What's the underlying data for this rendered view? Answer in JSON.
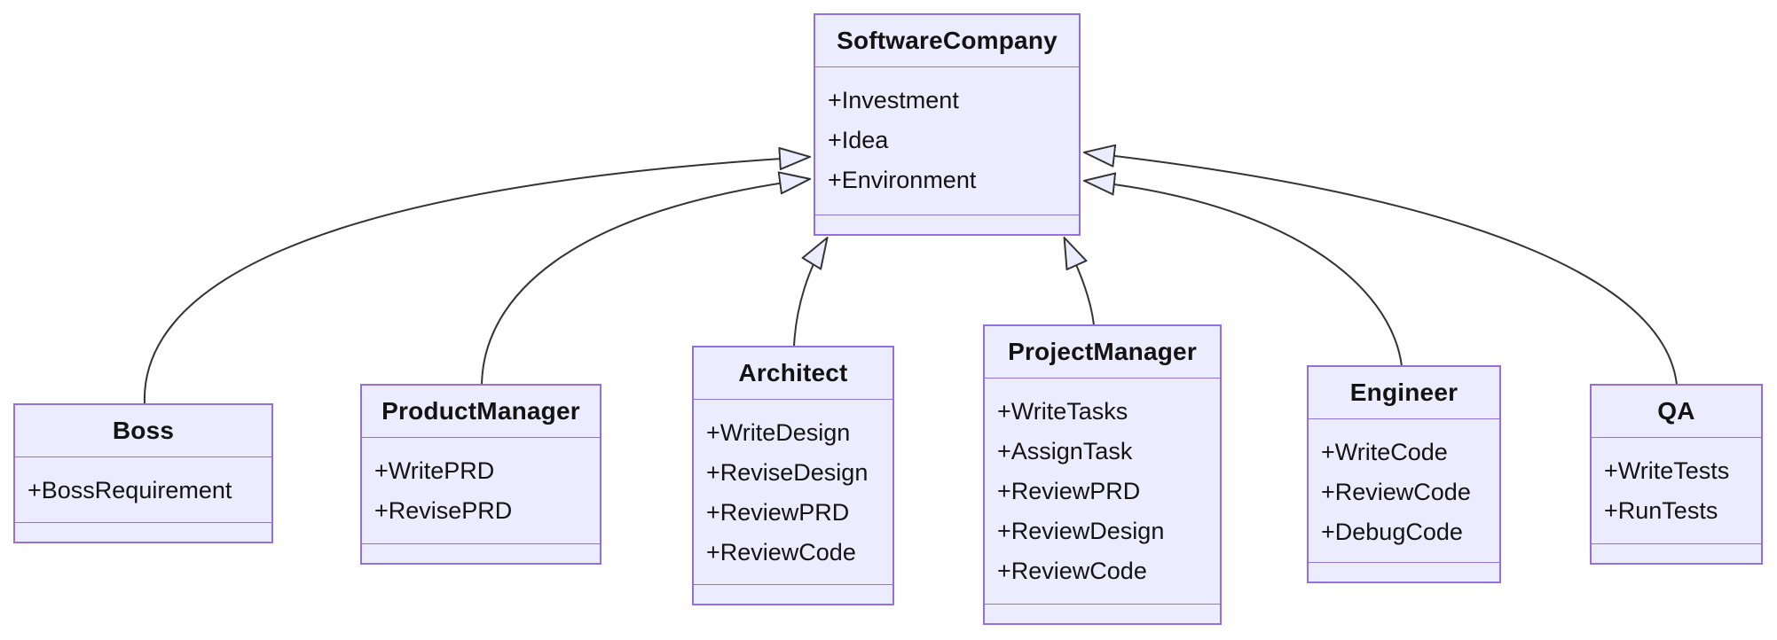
{
  "diagram": {
    "kind": "uml-class-diagram",
    "colors": {
      "node_fill": "#ECECFF",
      "node_border": "#9370DB",
      "edge_stroke": "#333333",
      "text": "#131313",
      "background": "#ffffff"
    },
    "classes": [
      {
        "name": "SoftwareCompany",
        "attributes": [
          "+Investment",
          "+Idea",
          "+Environment"
        ],
        "methods": []
      },
      {
        "name": "Boss",
        "attributes": [
          "+BossRequirement"
        ],
        "methods": []
      },
      {
        "name": "ProductManager",
        "attributes": [
          "+WritePRD",
          "+RevisePRD"
        ],
        "methods": []
      },
      {
        "name": "Architect",
        "attributes": [
          "+WriteDesign",
          "+ReviseDesign",
          "+ReviewPRD",
          "+ReviewCode"
        ],
        "methods": []
      },
      {
        "name": "ProjectManager",
        "attributes": [
          "+WriteTasks",
          "+AssignTask",
          "+ReviewPRD",
          "+ReviewDesign",
          "+ReviewCode"
        ],
        "methods": []
      },
      {
        "name": "Engineer",
        "attributes": [
          "+WriteCode",
          "+ReviewCode",
          "+DebugCode"
        ],
        "methods": []
      },
      {
        "name": "QA",
        "attributes": [
          "+WriteTests",
          "+RunTests"
        ],
        "methods": []
      }
    ],
    "edges": [
      {
        "from": "Boss",
        "to": "SoftwareCompany",
        "type": "inheritance"
      },
      {
        "from": "ProductManager",
        "to": "SoftwareCompany",
        "type": "inheritance"
      },
      {
        "from": "Architect",
        "to": "SoftwareCompany",
        "type": "inheritance"
      },
      {
        "from": "ProjectManager",
        "to": "SoftwareCompany",
        "type": "inheritance"
      },
      {
        "from": "Engineer",
        "to": "SoftwareCompany",
        "type": "inheritance"
      },
      {
        "from": "QA",
        "to": "SoftwareCompany",
        "type": "inheritance"
      }
    ]
  }
}
